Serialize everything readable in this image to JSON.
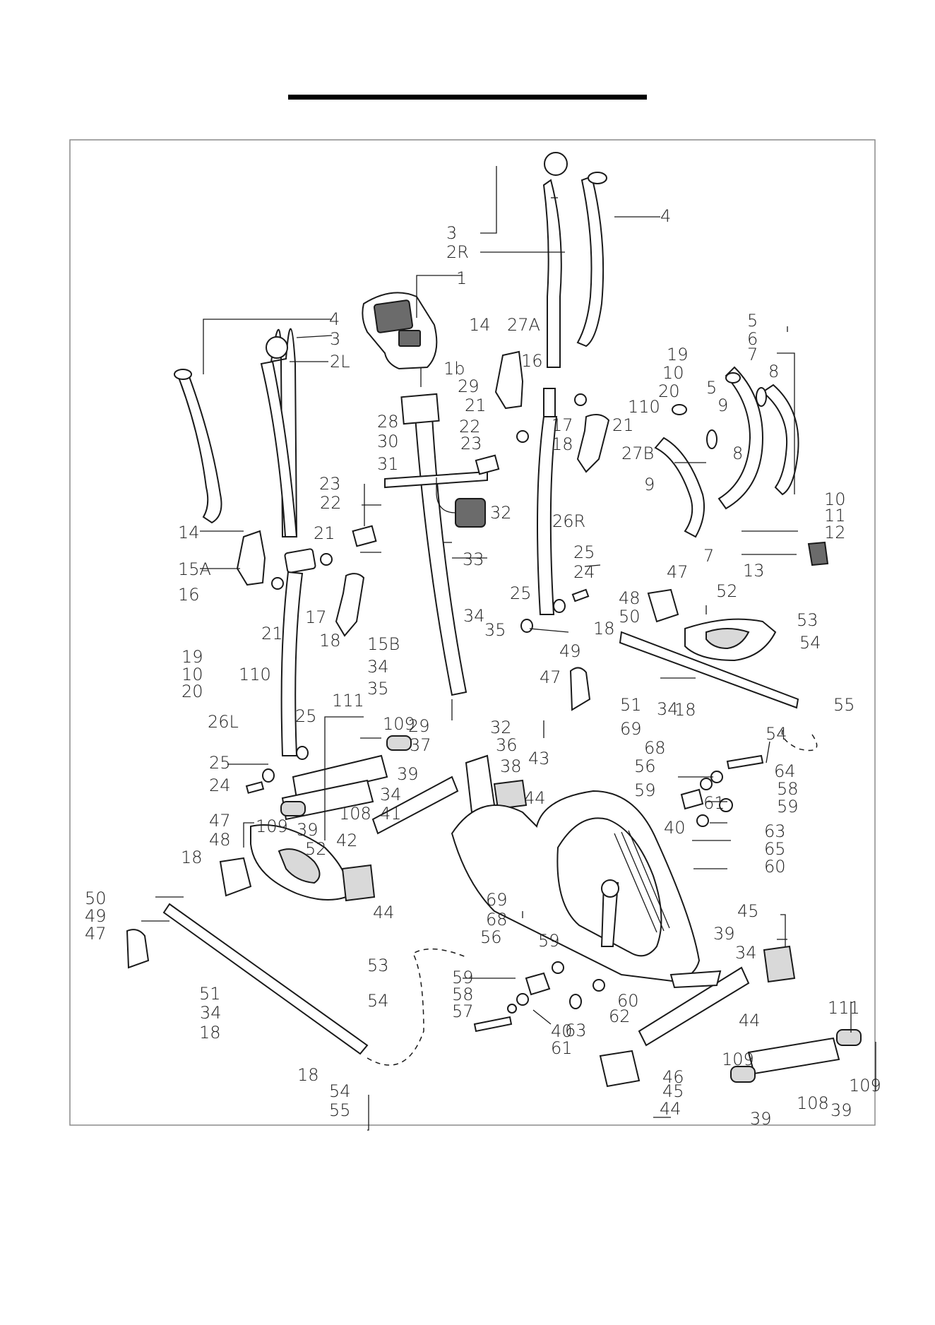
{
  "page": {
    "heading_rule_color": "#000000",
    "frame_color": "#8a8a8a"
  },
  "diagram": {
    "type": "exploded-parts-diagram",
    "callouts": [
      {
        "key": "c1",
        "label": "1"
      },
      {
        "key": "c1b",
        "label": "1b"
      },
      {
        "key": "c2R",
        "label": "2R"
      },
      {
        "key": "c2L",
        "label": "2L"
      },
      {
        "key": "c3a",
        "label": "3"
      },
      {
        "key": "c3b",
        "label": "3"
      },
      {
        "key": "c4a",
        "label": "4"
      },
      {
        "key": "c4b",
        "label": "4"
      },
      {
        "key": "c5a",
        "label": "5"
      },
      {
        "key": "c5b",
        "label": "5"
      },
      {
        "key": "c6",
        "label": "6"
      },
      {
        "key": "c7a",
        "label": "7"
      },
      {
        "key": "c7b",
        "label": "7"
      },
      {
        "key": "c8a",
        "label": "8"
      },
      {
        "key": "c8b",
        "label": "8"
      },
      {
        "key": "c9a",
        "label": "9"
      },
      {
        "key": "c9b",
        "label": "9"
      },
      {
        "key": "c10a",
        "label": "10"
      },
      {
        "key": "c10b",
        "label": "10"
      },
      {
        "key": "c10c",
        "label": "10"
      },
      {
        "key": "c11",
        "label": "11"
      },
      {
        "key": "c12",
        "label": "12"
      },
      {
        "key": "c13",
        "label": "13"
      },
      {
        "key": "c14a",
        "label": "14"
      },
      {
        "key": "c14b",
        "label": "14"
      },
      {
        "key": "c15A",
        "label": "15A"
      },
      {
        "key": "c15B",
        "label": "15B"
      },
      {
        "key": "c16a",
        "label": "16"
      },
      {
        "key": "c16b",
        "label": "16"
      },
      {
        "key": "c17a",
        "label": "17"
      },
      {
        "key": "c17b",
        "label": "17"
      },
      {
        "key": "c18a",
        "label": "18"
      },
      {
        "key": "c18b",
        "label": "18"
      },
      {
        "key": "c18c",
        "label": "18"
      },
      {
        "key": "c18d",
        "label": "18"
      },
      {
        "key": "c18e",
        "label": "18"
      },
      {
        "key": "c18f",
        "label": "18"
      },
      {
        "key": "c18g",
        "label": "18"
      },
      {
        "key": "c19a",
        "label": "19"
      },
      {
        "key": "c19b",
        "label": "19"
      },
      {
        "key": "c20a",
        "label": "20"
      },
      {
        "key": "c20b",
        "label": "20"
      },
      {
        "key": "c21a",
        "label": "21"
      },
      {
        "key": "c21b",
        "label": "21"
      },
      {
        "key": "c21c",
        "label": "21"
      },
      {
        "key": "c21d",
        "label": "21"
      },
      {
        "key": "c22a",
        "label": "22"
      },
      {
        "key": "c22b",
        "label": "22"
      },
      {
        "key": "c23a",
        "label": "23"
      },
      {
        "key": "c23b",
        "label": "23"
      },
      {
        "key": "c24a",
        "label": "24"
      },
      {
        "key": "c24b",
        "label": "24"
      },
      {
        "key": "c25a",
        "label": "25"
      },
      {
        "key": "c25b",
        "label": "25"
      },
      {
        "key": "c25c",
        "label": "25"
      },
      {
        "key": "c25d",
        "label": "25"
      },
      {
        "key": "c26R",
        "label": "26R"
      },
      {
        "key": "c26L",
        "label": "26L"
      },
      {
        "key": "c27A",
        "label": "27A"
      },
      {
        "key": "c27B",
        "label": "27B"
      },
      {
        "key": "c28",
        "label": "28"
      },
      {
        "key": "c29a",
        "label": "29"
      },
      {
        "key": "c29b",
        "label": "29"
      },
      {
        "key": "c30",
        "label": "30"
      },
      {
        "key": "c31",
        "label": "31"
      },
      {
        "key": "c32a",
        "label": "32"
      },
      {
        "key": "c32b",
        "label": "32"
      },
      {
        "key": "c33",
        "label": "33"
      },
      {
        "key": "c34a",
        "label": "34"
      },
      {
        "key": "c34b",
        "label": "34"
      },
      {
        "key": "c34c",
        "label": "34"
      },
      {
        "key": "c34d",
        "label": "34"
      },
      {
        "key": "c34e",
        "label": "34"
      },
      {
        "key": "c34f",
        "label": "34"
      },
      {
        "key": "c35a",
        "label": "35"
      },
      {
        "key": "c35b",
        "label": "35"
      },
      {
        "key": "c36",
        "label": "36"
      },
      {
        "key": "c37",
        "label": "37"
      },
      {
        "key": "c38",
        "label": "38"
      },
      {
        "key": "c39a",
        "label": "39"
      },
      {
        "key": "c39b",
        "label": "39"
      },
      {
        "key": "c39c",
        "label": "39"
      },
      {
        "key": "c39d",
        "label": "39"
      },
      {
        "key": "c39e",
        "label": "39"
      },
      {
        "key": "c40a",
        "label": "40"
      },
      {
        "key": "c40b",
        "label": "40"
      },
      {
        "key": "c41",
        "label": "41"
      },
      {
        "key": "c42",
        "label": "42"
      },
      {
        "key": "c43",
        "label": "43"
      },
      {
        "key": "c44a",
        "label": "44"
      },
      {
        "key": "c44b",
        "label": "44"
      },
      {
        "key": "c44c",
        "label": "44"
      },
      {
        "key": "c44d",
        "label": "44"
      },
      {
        "key": "c45a",
        "label": "45"
      },
      {
        "key": "c45b",
        "label": "45"
      },
      {
        "key": "c46",
        "label": "46"
      },
      {
        "key": "c47a",
        "label": "47"
      },
      {
        "key": "c47b",
        "label": "47"
      },
      {
        "key": "c47c",
        "label": "47"
      },
      {
        "key": "c47d",
        "label": "47"
      },
      {
        "key": "c48a",
        "label": "48"
      },
      {
        "key": "c48b",
        "label": "48"
      },
      {
        "key": "c49a",
        "label": "49"
      },
      {
        "key": "c49b",
        "label": "49"
      },
      {
        "key": "c50a",
        "label": "50"
      },
      {
        "key": "c50b",
        "label": "50"
      },
      {
        "key": "c51a",
        "label": "51"
      },
      {
        "key": "c51b",
        "label": "51"
      },
      {
        "key": "c52a",
        "label": "52"
      },
      {
        "key": "c52b",
        "label": "52"
      },
      {
        "key": "c53a",
        "label": "53"
      },
      {
        "key": "c53b",
        "label": "53"
      },
      {
        "key": "c54a",
        "label": "54"
      },
      {
        "key": "c54b",
        "label": "54"
      },
      {
        "key": "c54c",
        "label": "54"
      },
      {
        "key": "c54d",
        "label": "54"
      },
      {
        "key": "c55a",
        "label": "55"
      },
      {
        "key": "c55b",
        "label": "55"
      },
      {
        "key": "c56a",
        "label": "56"
      },
      {
        "key": "c56b",
        "label": "56"
      },
      {
        "key": "c57",
        "label": "57"
      },
      {
        "key": "c58a",
        "label": "58"
      },
      {
        "key": "c58b",
        "label": "58"
      },
      {
        "key": "c59a",
        "label": "59"
      },
      {
        "key": "c59b",
        "label": "59"
      },
      {
        "key": "c59c",
        "label": "59"
      },
      {
        "key": "c59d",
        "label": "59"
      },
      {
        "key": "c60a",
        "label": "60"
      },
      {
        "key": "c60b",
        "label": "60"
      },
      {
        "key": "c61a",
        "label": "61"
      },
      {
        "key": "c61b",
        "label": "61"
      },
      {
        "key": "c62",
        "label": "62"
      },
      {
        "key": "c63a",
        "label": "63"
      },
      {
        "key": "c63b",
        "label": "63"
      },
      {
        "key": "c64",
        "label": "64"
      },
      {
        "key": "c65",
        "label": "65"
      },
      {
        "key": "c68a",
        "label": "68"
      },
      {
        "key": "c68b",
        "label": "68"
      },
      {
        "key": "c69a",
        "label": "69"
      },
      {
        "key": "c69b",
        "label": "69"
      },
      {
        "key": "c108a",
        "label": "108"
      },
      {
        "key": "c108b",
        "label": "108"
      },
      {
        "key": "c109a",
        "label": "109"
      },
      {
        "key": "c109b",
        "label": "109"
      },
      {
        "key": "c109c",
        "label": "109"
      },
      {
        "key": "c109d",
        "label": "109"
      },
      {
        "key": "c110a",
        "label": "110"
      },
      {
        "key": "c110b",
        "label": "110"
      },
      {
        "key": "c111a",
        "label": "111"
      },
      {
        "key": "c111b",
        "label": "111"
      }
    ]
  }
}
